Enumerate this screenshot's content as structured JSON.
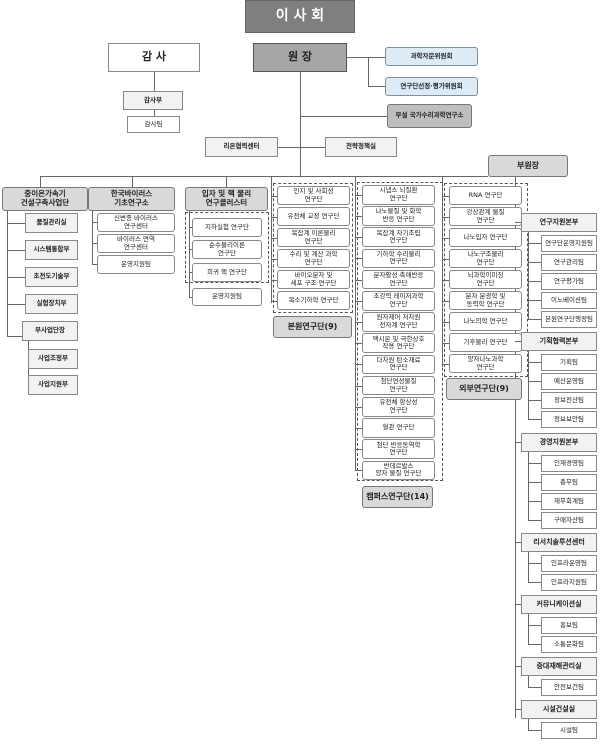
{
  "top": {
    "board": "이 사 회",
    "auditor": "감 사",
    "audit_dept": "감사부",
    "audit_team": "감사팀",
    "president": "원 장",
    "committees": [
      "과학자문위원회",
      "연구단선정·평가위원회"
    ],
    "nims": "부설 국가수리과학연구소",
    "center": "리온협력센터",
    "strategy": "전략정책실",
    "vice_president": "부원장"
  },
  "raon": {
    "title": "중이온가속기\n건설구축사업단",
    "items": [
      "품질관리실",
      "시스템통합부",
      "초전도기술부",
      "실험장치부",
      "부사업단장",
      "사업조정부",
      "사업지원부"
    ]
  },
  "virus": {
    "title": "한국바이러스\n기초연구소",
    "items": [
      "신변종 바이러스\n연구센터",
      "바이러스 면역\n연구센터",
      "운영지원팀"
    ]
  },
  "particle": {
    "title": "입자 및 핵 물리\n연구클러스터",
    "items": [
      "지하실험 연구단",
      "순수물리이론\n연구단",
      "희귀 핵 연구단"
    ],
    "support": "운영지원팀"
  },
  "hq_centers": {
    "label": "본원연구단(9)",
    "items": [
      "인지 및 사회성\n연구단",
      "유전체 교정 연구단",
      "복잡계 이론물리\n연구단",
      "수리 및 계산 과학\n연구단",
      "바이오분자 및\n세포 구조 연구단",
      "복소기하학 연구단"
    ]
  },
  "campus_centers": {
    "label": "캠퍼스연구단(14)",
    "items": [
      "시냅스 뇌질환\n연구단",
      "나노물질 및 화학\n반응 연구단",
      "복잡계 자기조립\n연구단",
      "기하학 수리물리\n연구단",
      "분자활성 촉매반응\n연구단",
      "초강력 레이저과학\n연구단",
      "원자제어 저차원\n전자계 연구단",
      "액시온 및 극한상호\n작용 연구단",
      "다차원 탄소재료\n연구단",
      "첨단연성물질\n연구단",
      "유전체 항상성\n연구단",
      "혈관 연구단",
      "첨단 반응동역학\n연구단",
      "반데르발스\n양자 물질 연구단"
    ]
  },
  "external_centers": {
    "label": "외부연구단(9)",
    "items": [
      "RNA 연구단",
      "강상관계 물질\n연구단",
      "나노입자 연구단",
      "나노구조물리\n연구단",
      "뇌과학이미징\n연구단",
      "분자 분광학 및\n동력학 연구단",
      "나노의학 연구단",
      "기후물리 연구단",
      "양자나노과학\n연구단"
    ]
  },
  "admin": [
    {
      "title": "연구지원본부",
      "teams": [
        "연구단운영지원팀",
        "연구관리팀",
        "연구평가팀",
        "이노베이션팀",
        "본원연구단행정팀"
      ]
    },
    {
      "title": "기획협력본부",
      "teams": [
        "기획팀",
        "예산운영팀",
        "정보전산팀",
        "정보보안팀"
      ]
    },
    {
      "title": "경영지원본부",
      "teams": [
        "인재경영팀",
        "총무팀",
        "재무회계팀",
        "구매자산팀"
      ]
    },
    {
      "title": "리서치솔루션센터",
      "teams": [
        "인프라운영팀",
        "인프라지원팀"
      ]
    },
    {
      "title": "커뮤니케이션실",
      "teams": [
        "홍보팀",
        "소통문화팀"
      ]
    },
    {
      "title": "중대재해관리실",
      "teams": [
        "안전보건팀"
      ]
    },
    {
      "title": "시설건설실",
      "teams": [
        "시설팀"
      ]
    }
  ]
}
